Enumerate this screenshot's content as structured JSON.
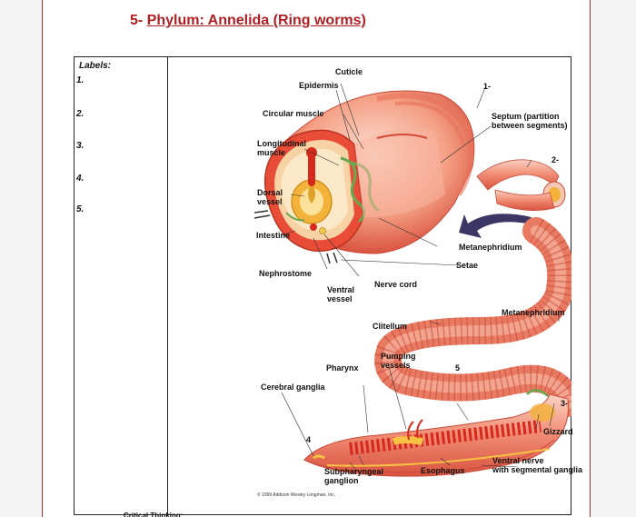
{
  "heading": {
    "prefix": "5- ",
    "title": "Phylum: Annelida (Ring worms)"
  },
  "table": {
    "labels_title": "Labels:",
    "label_numbers": [
      "1.",
      "2.",
      "3.",
      "4.",
      "5."
    ]
  },
  "figure": {
    "labels": {
      "cuticle": "Cuticle",
      "epidermis": "Epidermis",
      "circular_muscle": "Circular muscle",
      "longitudinal_muscle_1": "Longitudinal",
      "longitudinal_muscle_2": "muscle",
      "dorsal_vessel_1": "Dorsal",
      "dorsal_vessel_2": "vessel",
      "intestine": "Intestine",
      "nephrostome": "Nephrostome",
      "ventral_vessel_1": "Ventral",
      "ventral_vessel_2": "vessel",
      "nerve_cord": "Nerve cord",
      "metanephridium_top": "Metanephridium",
      "setae": "Setae",
      "septum_1": "Septum (partition",
      "septum_2": "between segments)",
      "metanephridium_right": "Metanephridium",
      "clitellum": "Clitellum",
      "pumping_vessels_1": "Pumping",
      "pumping_vessels_2": "vessels",
      "pharynx": "Pharynx",
      "cerebral_ganglia": "Cerebral ganglia",
      "gizzard": "Gizzard",
      "subpharyngeal_1": "Subpharyngeal",
      "subpharyngeal_2": "ganglion",
      "esophagus": "Esophagus",
      "ventral_nerve_1": "Ventral nerve",
      "ventral_nerve_2": "with segmental ganglia"
    },
    "numbers": {
      "n1": "1-",
      "n2": "2-",
      "n3": "3-",
      "n4": "4",
      "n5": "5"
    },
    "copyright": "© 1999 Addison Wesley Longman, Inc."
  },
  "footer": {
    "text": "Critical Thinking:"
  },
  "colors": {
    "accent": "#b01e23",
    "worm_body": "#f08a72",
    "worm_dark": "#d9533f",
    "worm_light": "#fbc7b5",
    "nephridia": "#6aa84f",
    "muscle_yellow": "#f5c242"
  }
}
